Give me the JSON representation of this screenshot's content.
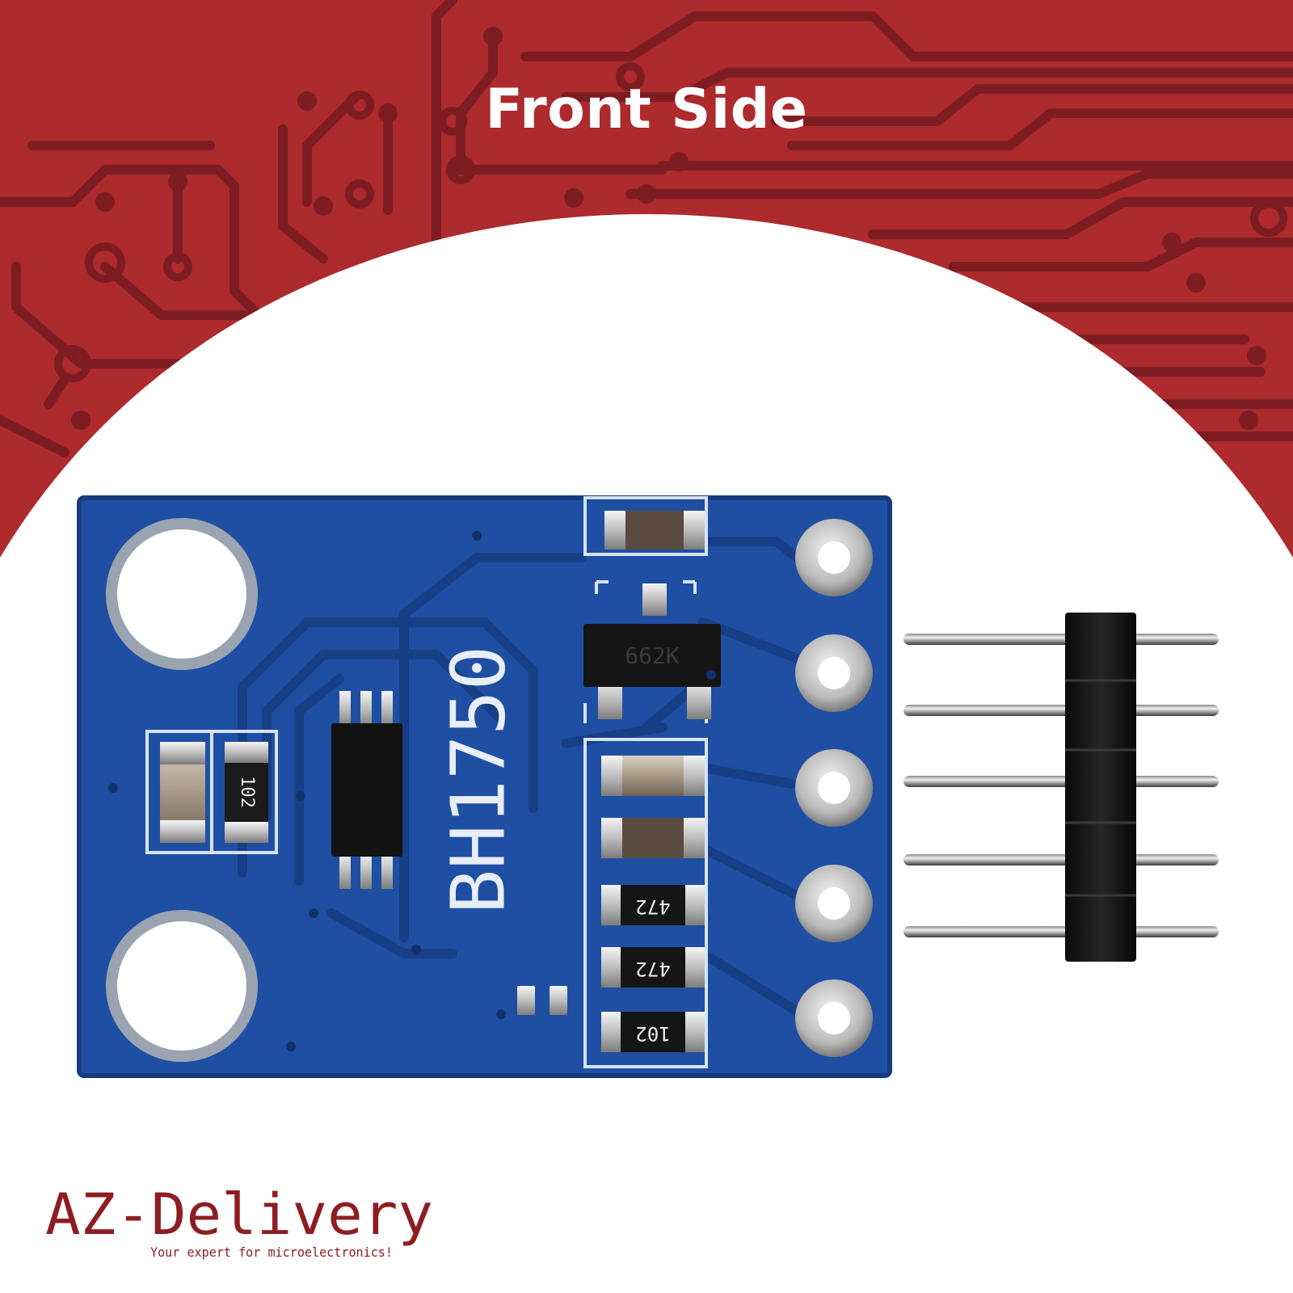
{
  "header": {
    "title": "Front Side"
  },
  "board": {
    "chip_label": "BH1750",
    "regulator_code": "662K",
    "resistor_top_left": "102",
    "resistor_1": "472",
    "resistor_2": "472",
    "resistor_3": "102"
  },
  "brand": {
    "name": "AZ-Delivery",
    "tagline": "Your expert for microelectronics!"
  },
  "colors": {
    "banner_red": "#ad2a2d",
    "trace_dark_red": "#7d1d21",
    "pcb_blue": "#1f4fa3",
    "header_black": "#111111",
    "brand_red": "#8e1d22"
  }
}
